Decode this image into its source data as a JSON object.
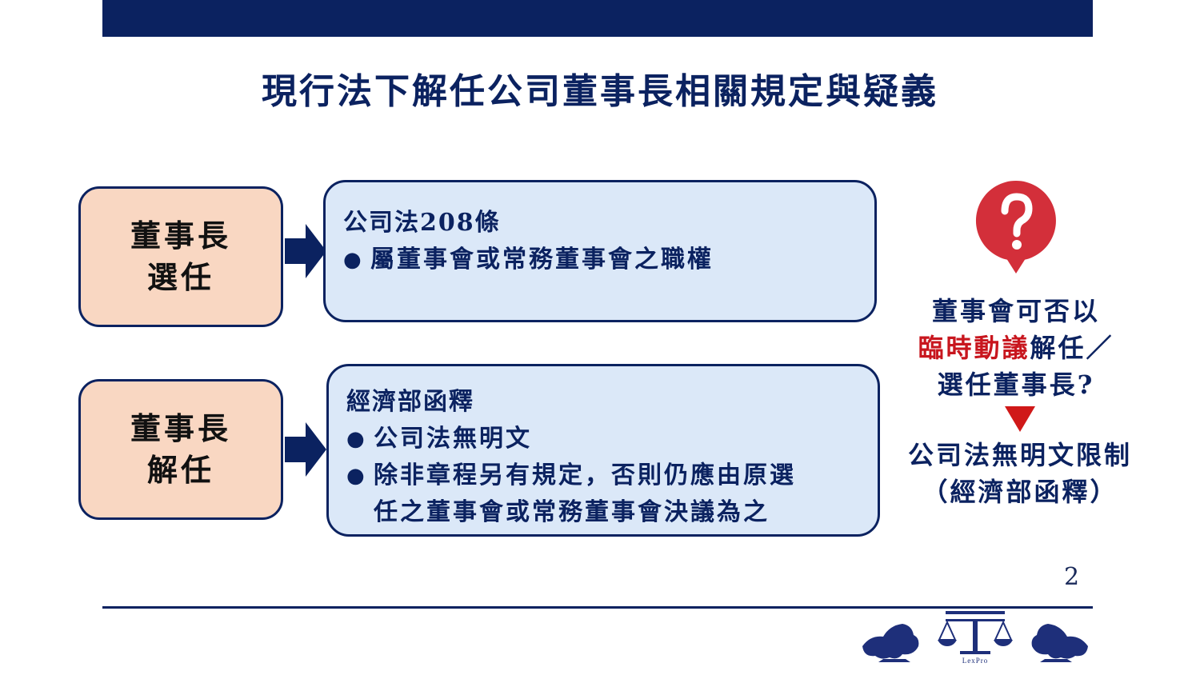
{
  "slide": {
    "title": "現行法下解任公司董事長相關規定與疑義",
    "page_number": "2"
  },
  "row1": {
    "label_line1": "董事長",
    "label_line2": "選任",
    "heading": "公司法208條",
    "bullets": [
      "屬董事會或常務董事會之職權"
    ]
  },
  "row2": {
    "label_line1": "董事長",
    "label_line2": "解任",
    "heading": "經濟部函釋",
    "bullets": [
      "公司法無明文",
      "除非章程另有規定，否則仍應由原選",
      "任之董事會或常務董事會決議為之"
    ]
  },
  "side": {
    "question_line1": "董事會可否以",
    "question_highlight": "臨時動議",
    "question_line2_rest": "解任／",
    "question_line3": "選任董事長?",
    "answer_line1": "公司法無明文限制",
    "answer_line2": "（經濟部函釋）"
  },
  "logo": {
    "text": "LexPro"
  },
  "colors": {
    "navy": "#0b2260",
    "label_fill": "#f9d7c2",
    "content_fill": "#dbe8f8",
    "highlight_red": "#c8161e",
    "icon_red": "#d32f3a"
  },
  "icons": {
    "bullet": "●",
    "question": "question-bubble-icon",
    "arrow": "right-arrow-icon",
    "down": "down-triangle-icon"
  }
}
